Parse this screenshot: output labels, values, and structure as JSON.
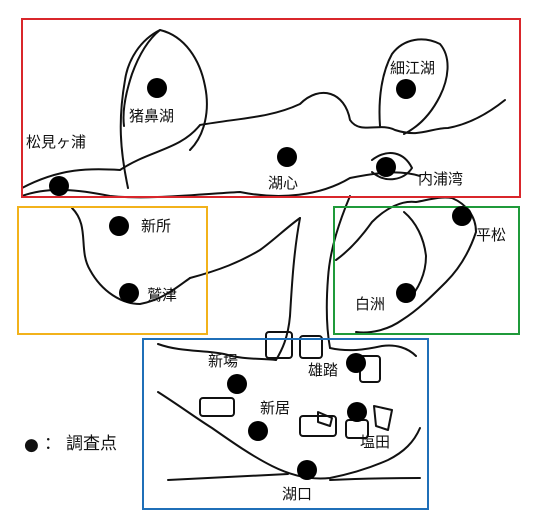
{
  "map": {
    "regions": [
      {
        "id": "north",
        "color": "#d9262b"
      },
      {
        "id": "west",
        "color": "#f2b21b"
      },
      {
        "id": "east",
        "color": "#1f9a3a"
      },
      {
        "id": "south",
        "color": "#1f6fb8"
      }
    ],
    "stations": [
      {
        "id": "inohana",
        "name": "猪鼻湖"
      },
      {
        "id": "hosoe",
        "name": "細江湖"
      },
      {
        "id": "matsumigaura",
        "name": "松見ヶ浦"
      },
      {
        "id": "koshin",
        "name": "湖心"
      },
      {
        "id": "uchiurawan",
        "name": "内浦湾"
      },
      {
        "id": "shinjo",
        "name": "新所"
      },
      {
        "id": "washizu",
        "name": "鷲津"
      },
      {
        "id": "hiramatsu",
        "name": "平松"
      },
      {
        "id": "shirasu",
        "name": "白洲"
      },
      {
        "id": "shinba",
        "name": "新場"
      },
      {
        "id": "yuto",
        "name": "雄踏"
      },
      {
        "id": "arai",
        "name": "新居"
      },
      {
        "id": "shiota",
        "name": "塩田"
      },
      {
        "id": "koguchi",
        "name": "湖口"
      }
    ],
    "legend": {
      "symbol": "●",
      "separator": "：",
      "label": "調査点"
    }
  }
}
